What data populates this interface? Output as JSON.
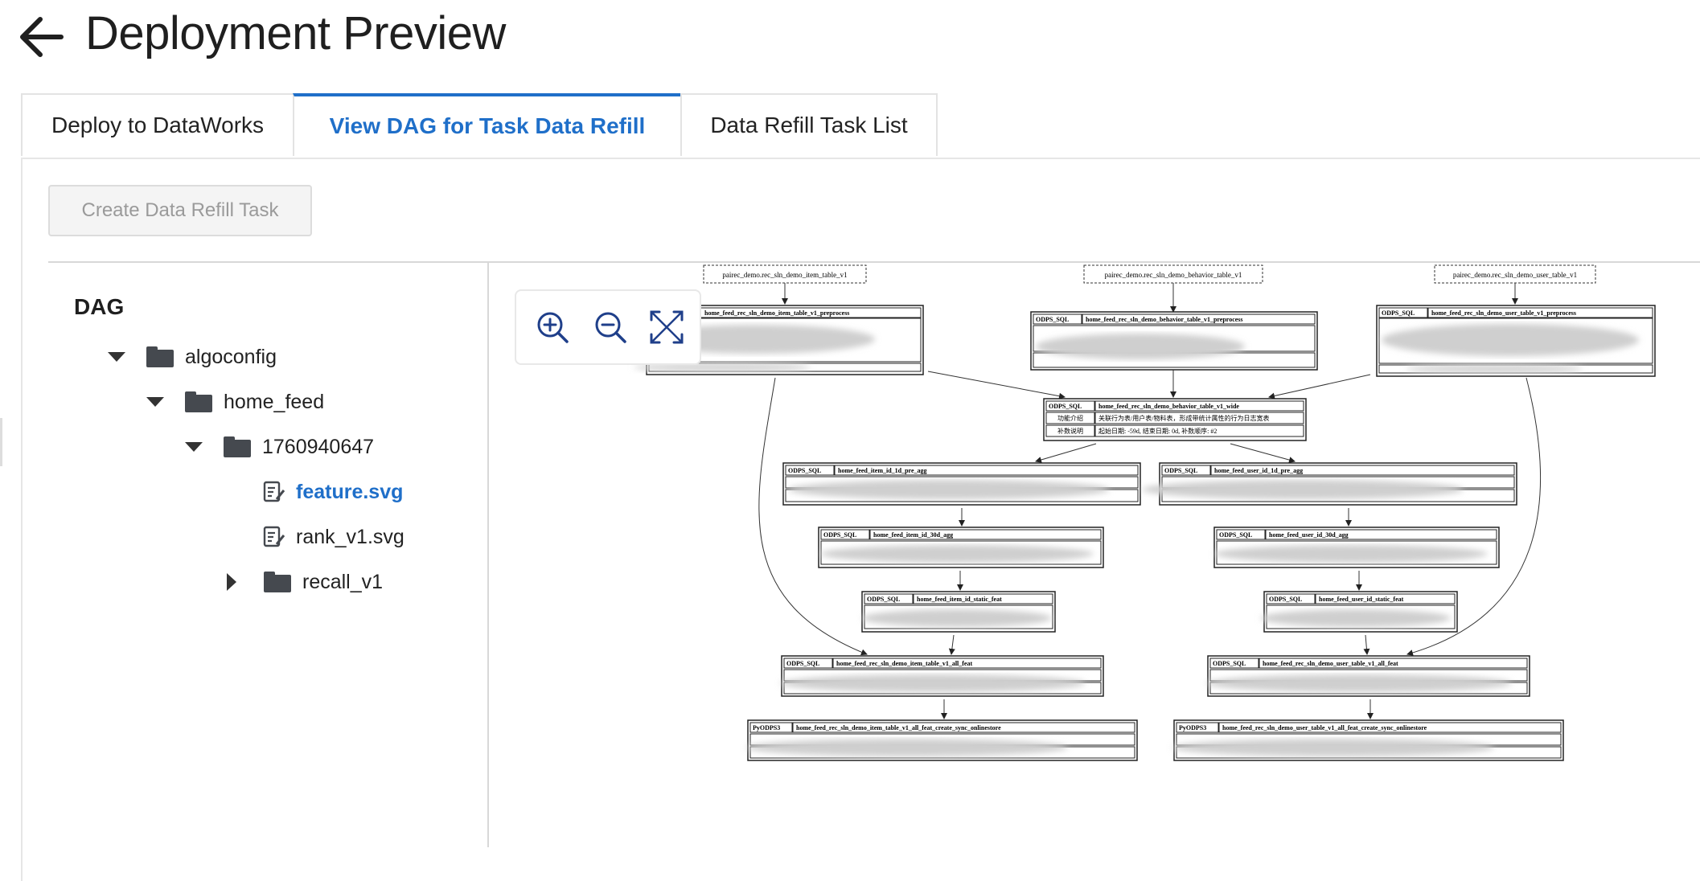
{
  "header": {
    "title": "Deployment Preview",
    "back_icon": "arrow-left-icon"
  },
  "tabs": [
    {
      "label": "Deploy to DataWorks",
      "active": false
    },
    {
      "label": "View DAG for Task Data Refill",
      "active": true
    },
    {
      "label": "Data Refill Task List",
      "active": false
    }
  ],
  "toolbar": {
    "create_label": "Create Data Refill Task"
  },
  "tree": {
    "heading": "DAG",
    "items": [
      {
        "label": "algoconfig"
      },
      {
        "label": "home_feed"
      },
      {
        "label": "1760940647"
      },
      {
        "label": "feature.svg"
      },
      {
        "label": "rank_v1.svg"
      },
      {
        "label": "recall_v1"
      }
    ]
  },
  "dag": {
    "sources": [
      "pairec_demo.rec_sln_demo_item_table_v1",
      "pairec_demo.rec_sln_demo_behavior_table_v1",
      "pairec_demo.rec_sln_demo_user_table_v1"
    ],
    "nodes": [
      {
        "type": "ODPS_SQL",
        "name": "home_feed_rec_sln_demo_item_table_v1_preprocess"
      },
      {
        "type": "ODPS_SQL",
        "name": "home_feed_rec_sln_demo_behavior_table_v1_preprocess"
      },
      {
        "type": "ODPS_SQL",
        "name": "home_feed_rec_sln_demo_user_table_v1_preprocess"
      },
      {
        "type": "ODPS_SQL",
        "name": "home_feed_rec_sln_demo_behavior_table_v1_wide"
      },
      {
        "type": "ODPS_SQL",
        "name": "home_feed_item_id_1d_pre_agg"
      },
      {
        "type": "ODPS_SQL",
        "name": "home_feed_user_id_1d_pre_agg"
      },
      {
        "type": "ODPS_SQL",
        "name": "home_feed_item_id_30d_agg"
      },
      {
        "type": "ODPS_SQL",
        "name": "home_feed_user_id_30d_agg"
      },
      {
        "type": "ODPS_SQL",
        "name": "home_feed_item_id_static_feat"
      },
      {
        "type": "ODPS_SQL",
        "name": "home_feed_user_id_static_feat"
      },
      {
        "type": "ODPS_SQL",
        "name": "home_feed_rec_sln_demo_item_table_v1_all_feat"
      },
      {
        "type": "ODPS_SQL",
        "name": "home_feed_rec_sln_demo_user_table_v1_all_feat"
      },
      {
        "type": "PyODPS3",
        "name": "home_feed_rec_sln_demo_item_table_v1_all_feat_create_sync_onlinestore"
      },
      {
        "type": "PyODPS3",
        "name": "home_feed_rec_sln_demo_user_table_v1_all_feat_create_sync_onlinestore"
      }
    ],
    "wide_rows": [
      {
        "key": "功能介绍",
        "value": "关联行为表/用户表/物料表，形成带统计属性的行为日志宽表"
      },
      {
        "key": "补数说明",
        "value": "起始日期: -59d, 结束日期: 0d, 补数顺序: #2"
      }
    ]
  },
  "colors": {
    "accent": "#1f6fc9",
    "icon": "#1f3f8a"
  }
}
